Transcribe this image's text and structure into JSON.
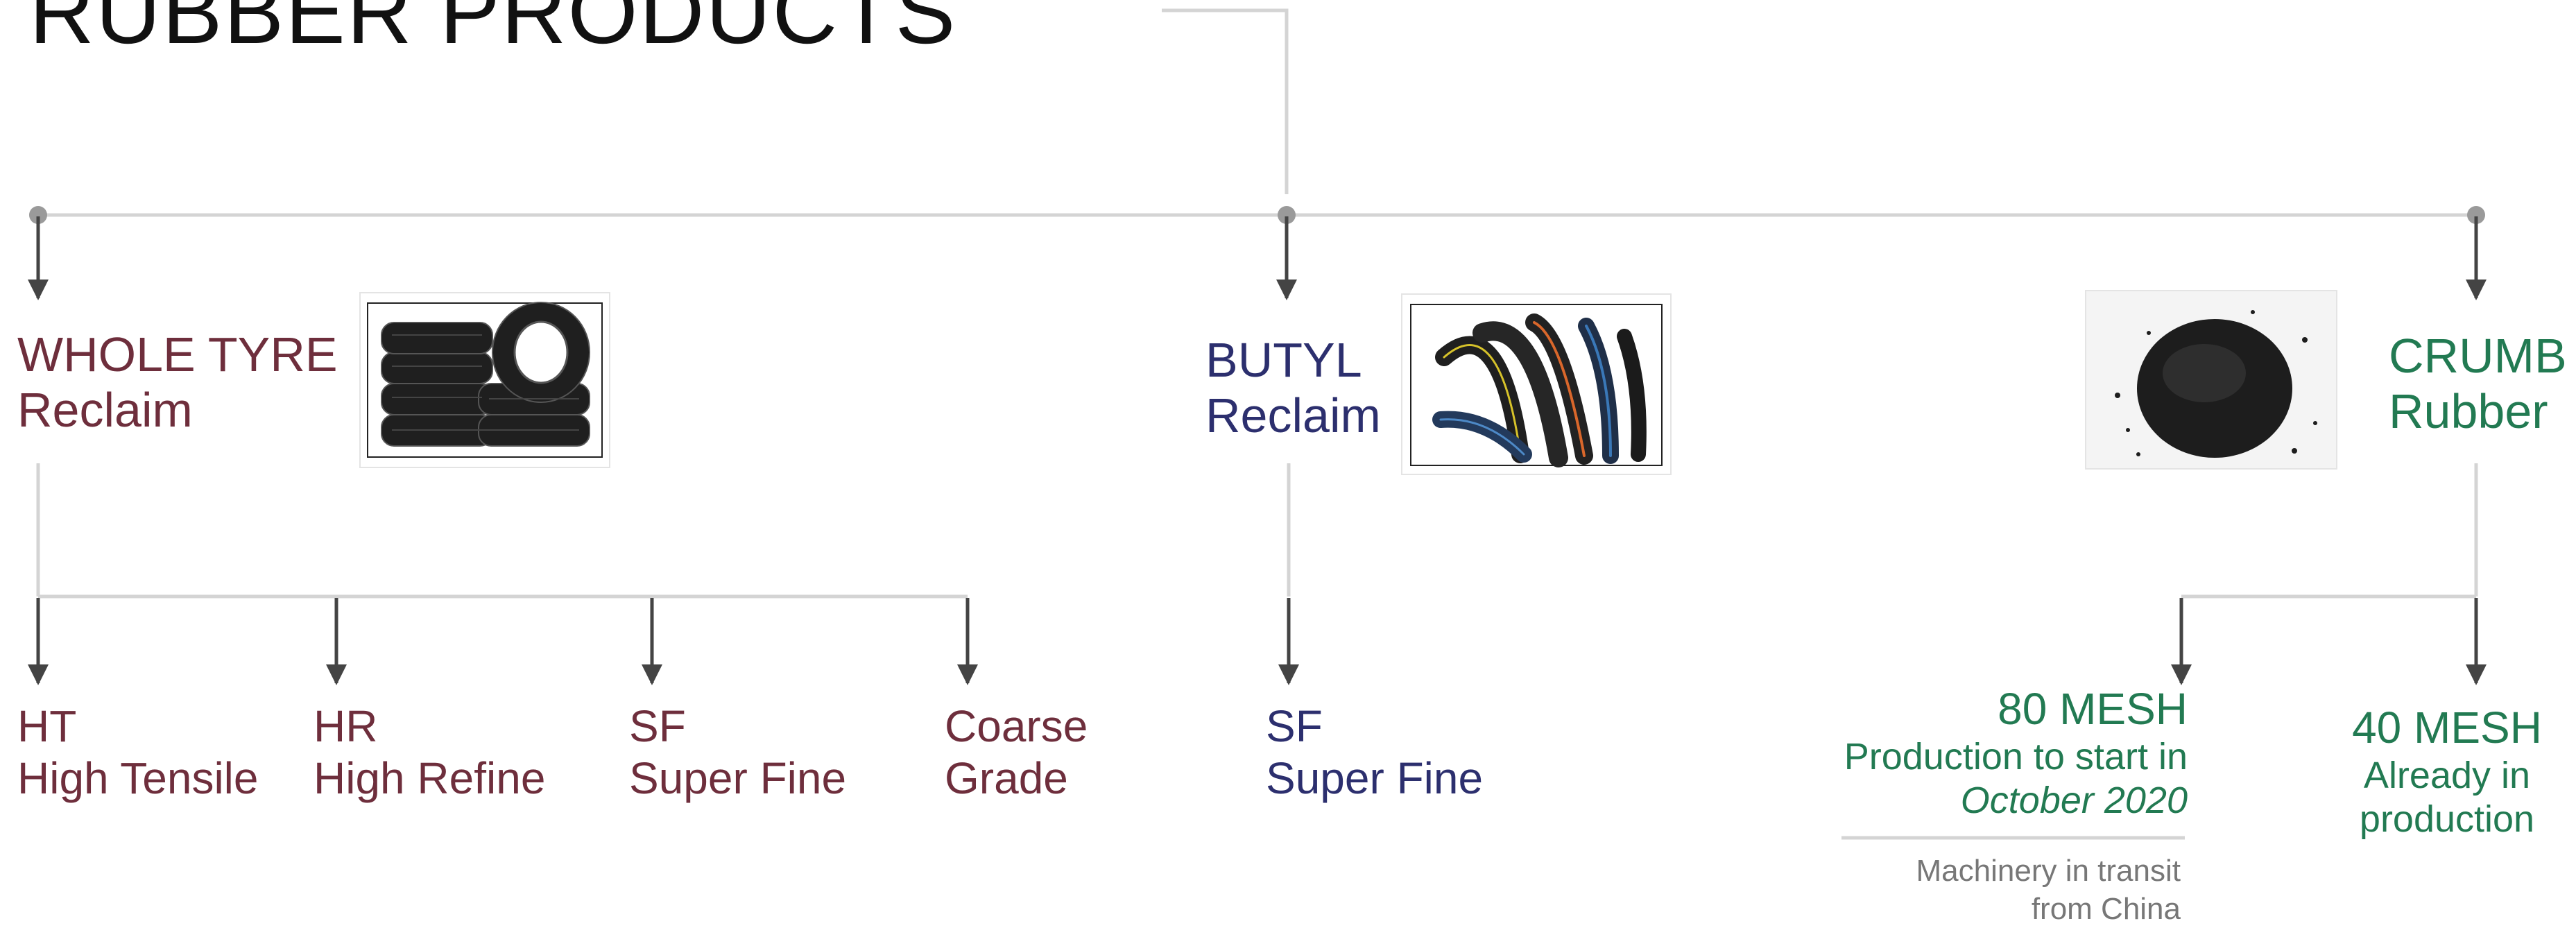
{
  "title": "RUBBER PRODUCTS",
  "colors": {
    "tyre": "#6e2e3c",
    "butyl": "#2c2f6e",
    "crumb": "#227a52",
    "connector": "#d4d4d4",
    "arrow": "#444444",
    "node": "#9a9a9a"
  },
  "branches": {
    "whole_tyre": {
      "line1": "WHOLE TYRE",
      "line2": "Reclaim",
      "image_icon": "tyre-stack-photo",
      "grades": [
        {
          "code": "HT",
          "name": "High Tensile"
        },
        {
          "code": "HR",
          "name": "High Refine"
        },
        {
          "code": "SF",
          "name": "Super Fine"
        },
        {
          "code": "Coarse",
          "name": "Grade"
        }
      ]
    },
    "butyl": {
      "line1": "BUTYL",
      "line2": "Reclaim",
      "image_icon": "hoses-photo",
      "grades": [
        {
          "code": "SF",
          "name": "Super Fine"
        }
      ]
    },
    "crumb": {
      "line1": "CRUMB",
      "line2": "Rubber",
      "image_icon": "crumb-rubber-photo",
      "mesh80": {
        "title": "80  MESH",
        "line2": "Production to start in",
        "line3": "October 2020",
        "note_line1": "Machinery in transit",
        "note_line2": "from China"
      },
      "mesh40": {
        "title": "40 MESH",
        "line2": "Already in",
        "line3": "production"
      }
    }
  }
}
